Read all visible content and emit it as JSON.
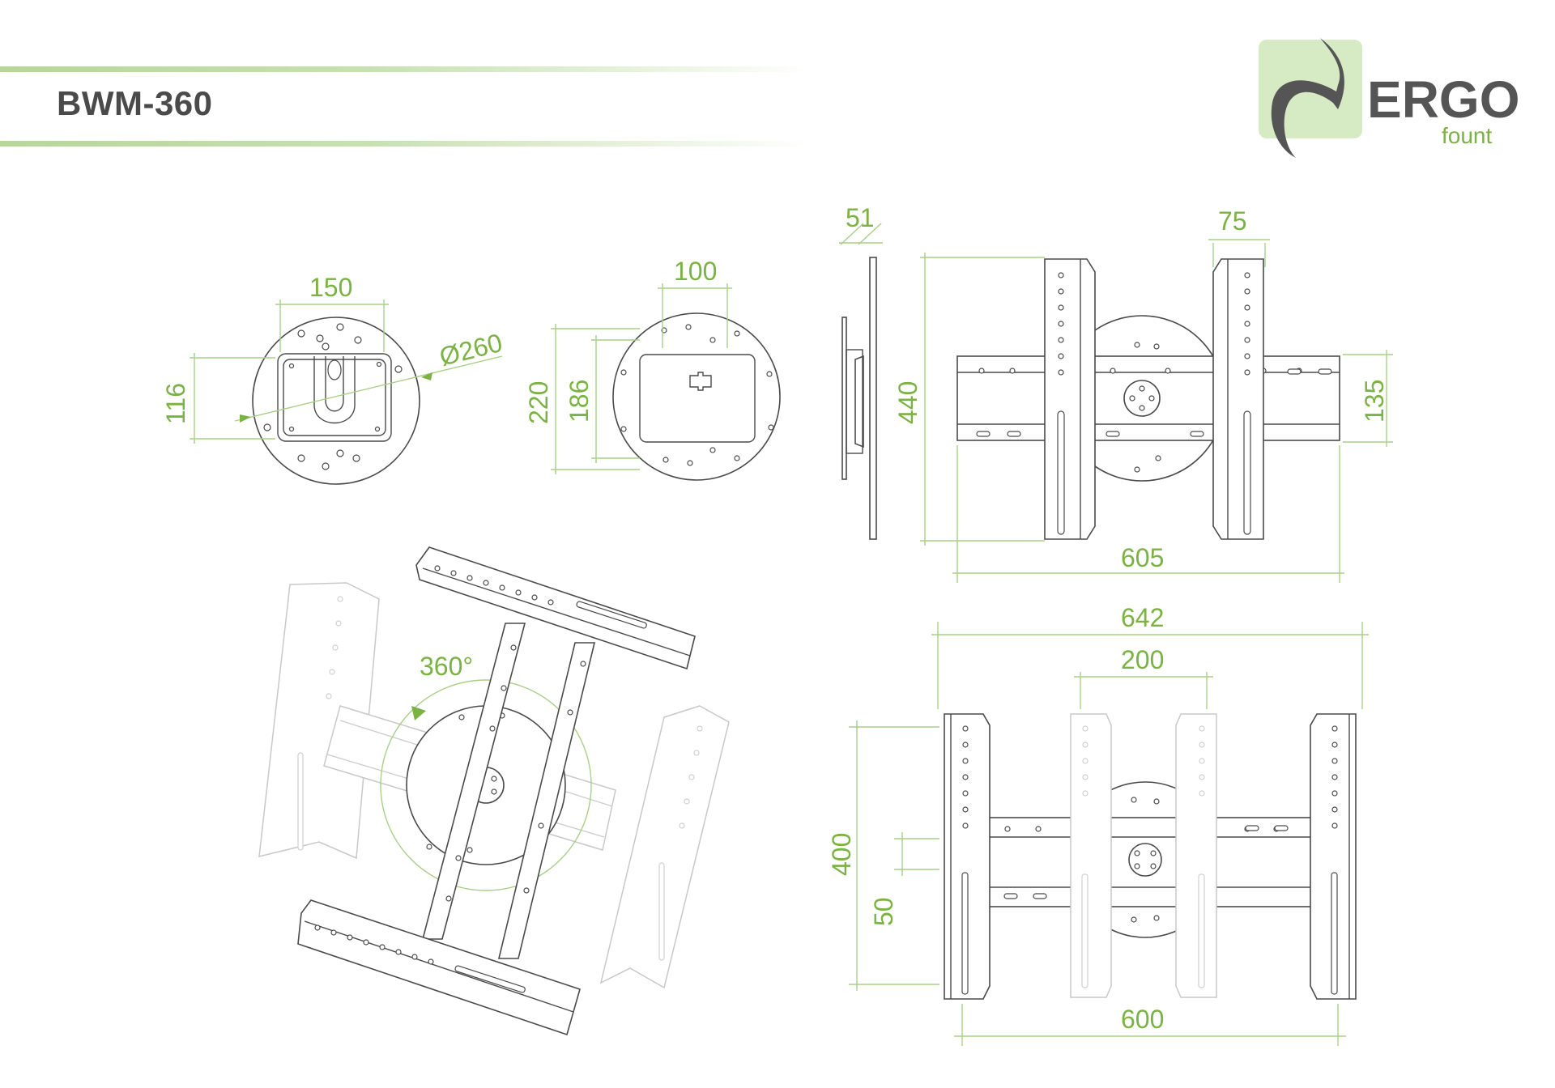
{
  "title": "BWM-360",
  "brand": {
    "name": "ERGO",
    "sub": "fount",
    "accent": "#7ab342",
    "logo_bg": "#d6ebc4"
  },
  "colors": {
    "dimension": "#7ab342",
    "dim_line": "#a9cf86",
    "outline": "#4a4a4a",
    "ghost": "#c8c8c8"
  },
  "dimensions": {
    "d150": "150",
    "d116": "116",
    "d260": "Ø260",
    "d100": "100",
    "d220": "220",
    "d186": "186",
    "d51": "51",
    "d440": "440",
    "d75": "75",
    "d135": "135",
    "d605": "605",
    "d360": "360°",
    "d642": "642",
    "d200": "200",
    "d400": "400",
    "d50": "50",
    "d600": "600"
  }
}
